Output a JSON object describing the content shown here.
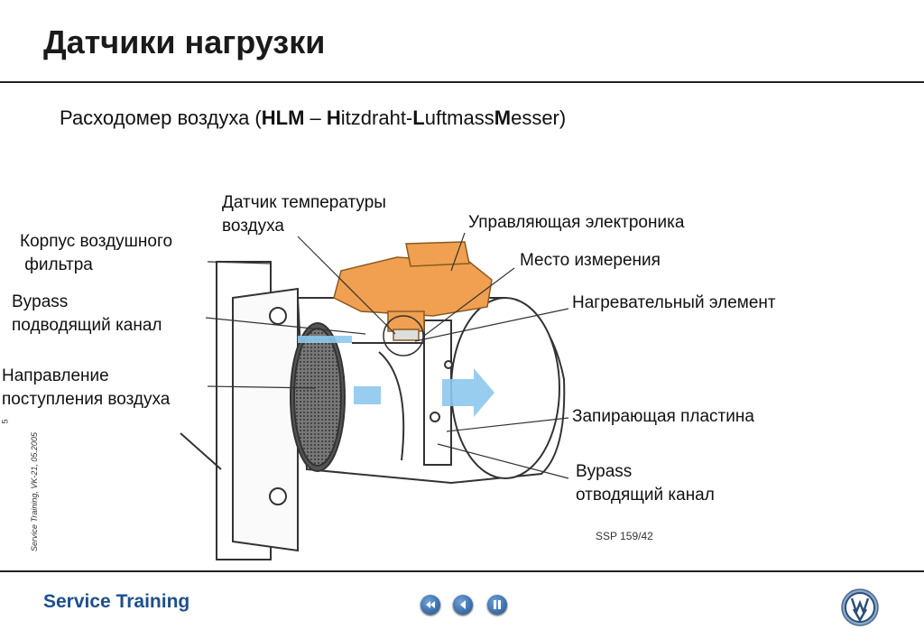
{
  "header": {
    "title": "Датчики нагрузки"
  },
  "subtitle": {
    "prefix": "Расходомер воздуха (",
    "hlm": "HLM",
    "dash": " – ",
    "h": "H",
    "itzdraht": "itzdraht-",
    "l": "L",
    "uftmass": "uftmass",
    "m": "M",
    "esser": "esser)"
  },
  "labels": {
    "temp_sensor_line1": "Датчик температуры",
    "temp_sensor_line2": "воздуха",
    "control_electronics": "Управляющая электроника",
    "filter_housing_line1": "Корпус воздушного",
    "filter_housing_line2": " фильтра",
    "measure_point": "Место измерения",
    "bypass_in_line1": "Bypass",
    "bypass_in_line2": "подводящий канал",
    "heating_element": "Нагревательный элемент",
    "air_direction_line1": "Направление",
    "air_direction_line2": "поступления воздуха",
    "locking_plate": "Запирающая пластина",
    "bypass_out_line1": "Bypass",
    "bypass_out_line2": "отводящий канал"
  },
  "figure_code": "SSP 159/42",
  "side_note": "Service Training, VK-21, 05.2005",
  "page_number": "5",
  "footer": {
    "brand": "Service Training"
  },
  "colors": {
    "accent": "#1c4f8e",
    "electronics": "#f0a050",
    "airflow": "#8ec8ee"
  }
}
